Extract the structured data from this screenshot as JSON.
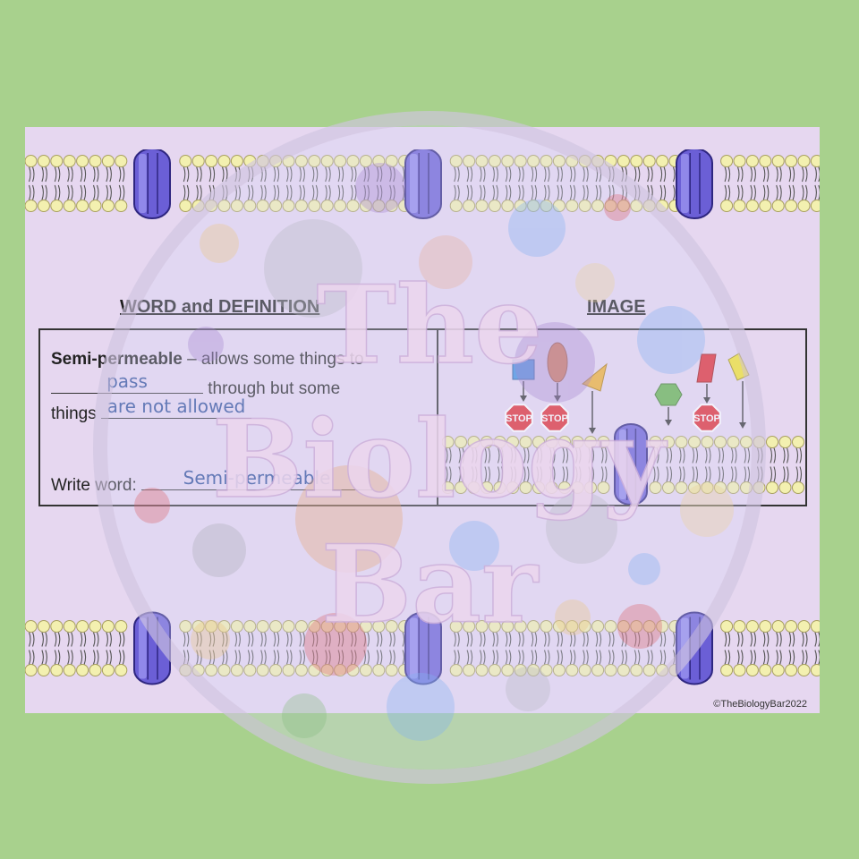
{
  "headers": {
    "word_definition": "WORD and DEFINITION",
    "image": "IMAGE"
  },
  "definition": {
    "term": "Semi-permeable",
    "dash": " – ",
    "text_part1": "allows some things to",
    "blank1_answer": "pass",
    "text_part2": "through but some",
    "text_part3": "things",
    "blank2_answer": "are not allowed",
    "write_word_label": "Write word:",
    "write_word_answer": "Semi-permeable"
  },
  "diagram": {
    "stop_label": "STOP"
  },
  "watermark": {
    "line1": "The",
    "line2": "Biology",
    "line3": "Bar"
  },
  "copyright": "©TheBiologyBar2022",
  "colors": {
    "background": "#a8d18d",
    "slide": "#e6d7f0",
    "protein": "#6b5fd6",
    "phospholipid_head": "#f3f0b0",
    "stop_sign": "#e0282f",
    "handwriting": "#2f4f9a"
  }
}
